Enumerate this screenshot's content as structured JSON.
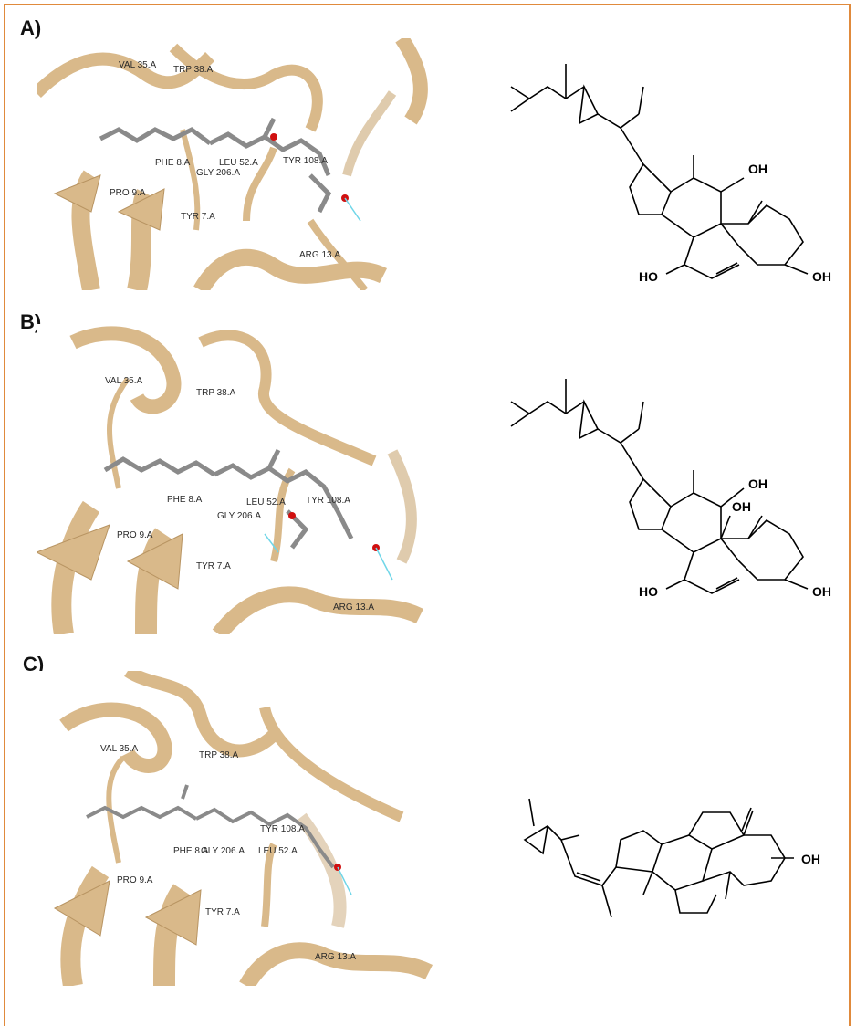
{
  "panels": [
    {
      "label": "A)",
      "residues": [
        "VAL 35.A",
        "TRP 38.A",
        "PHE 8.A",
        "GLY 206.A",
        "LEU 52.A",
        "TYR 108.A",
        "PRO 9.A",
        "TYR 7.A",
        "ARG 13.A"
      ],
      "hydroxyls": [
        "OH",
        "HO",
        "OH"
      ]
    },
    {
      "label": "B)",
      "residues": [
        "VAL 35.A",
        "TRP 38.A",
        "PHE 8.A",
        "GLY 206.A",
        "LEU 52.A",
        "TYR 108.A",
        "PRO 9.A",
        "TYR 7.A",
        "ARG 13.A"
      ],
      "hydroxyls": [
        "OH",
        "OH",
        "HO",
        "OH"
      ]
    },
    {
      "label": "C)",
      "residues": [
        "VAL 35.A",
        "TRP 38.A",
        "PHE 8.A",
        "GLY 206.A",
        "TYR 108.A",
        "LEU 52.A",
        "PRO 9.A",
        "TYR 7.A",
        "ARG 13.A"
      ],
      "hydroxyls": [
        "OH"
      ]
    }
  ],
  "colors": {
    "frame": "#e08a3c",
    "ribbon": "#d9b98a",
    "ribbon_dark": "#b89462",
    "ligand_carbon": "#8a8a8a",
    "oxygen": "#d01010",
    "hbond": "#6fd6e8"
  }
}
